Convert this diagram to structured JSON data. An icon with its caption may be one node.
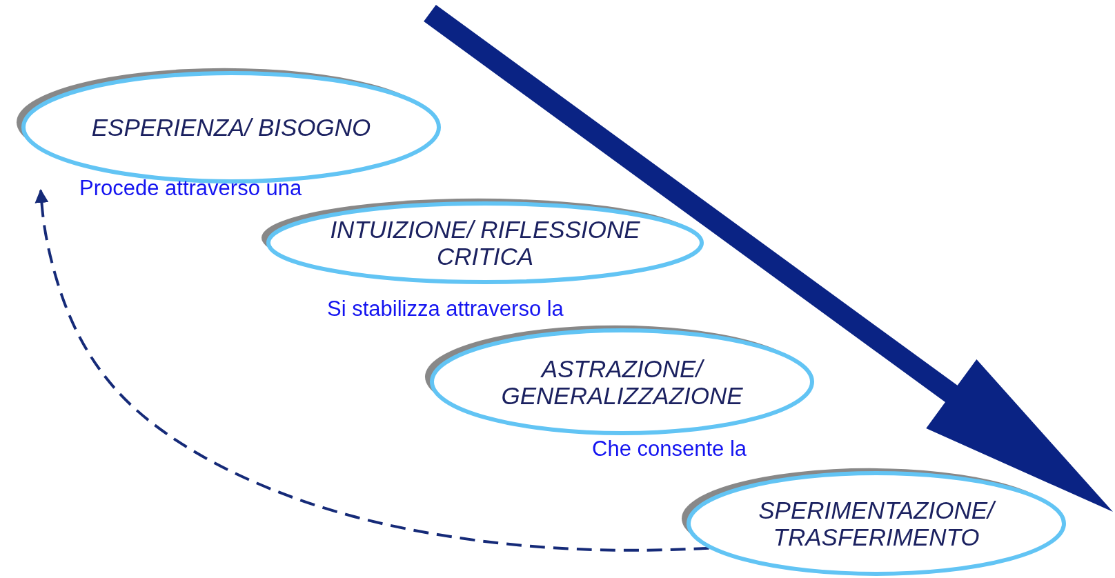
{
  "diagram": {
    "nodes": [
      {
        "text": [
          "ESPERIENZA/ BISOGNO"
        ]
      },
      {
        "text": [
          "INTUIZIONE/ RIFLESSIONE CRITICA"
        ]
      },
      {
        "text": [
          "ASTRAZIONE/ GENERALIZZAZIONE"
        ]
      },
      {
        "text": [
          "SPERIMENTAZIONE/ TRASFERIMENTO"
        ]
      }
    ],
    "edges": [
      {
        "from": 3,
        "to": 0,
        "arrow": "to",
        "style": "dashed"
      }
    ],
    "labels": [
      "Procede attraverso una",
      "Si stabilizza attraverso la",
      "Che consente la"
    ]
  }
}
